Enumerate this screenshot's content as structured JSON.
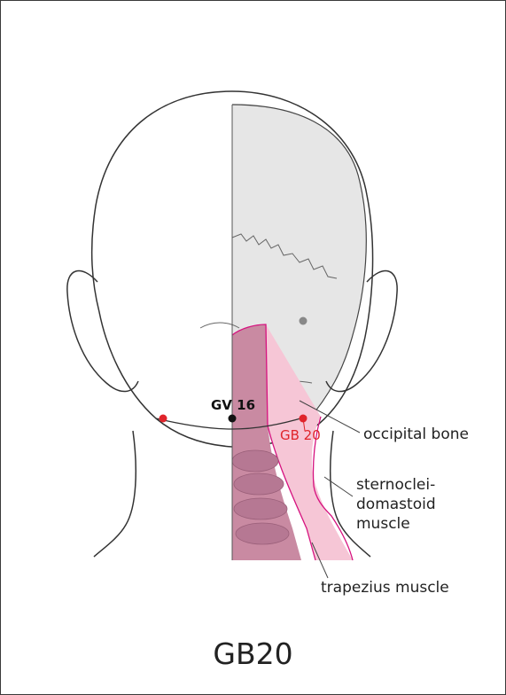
{
  "title": "GB20",
  "points": {
    "gv16": "GV 16",
    "gb20": "GB 20"
  },
  "labels": {
    "occipital_bone": "occipital bone",
    "sternocleidomastoid": [
      "sternoclei-",
      "domastoid",
      "muscle"
    ],
    "trapezius": "trapezius muscle"
  },
  "colors": {
    "acupoint_red": "#e0242b",
    "gv_black": "#111111",
    "bone_fill": "#e6e6e6",
    "muscle_pink": "#c98aa2",
    "trapezius_pink": "#f6c6d6",
    "muscle_outline": "#d6127f"
  }
}
